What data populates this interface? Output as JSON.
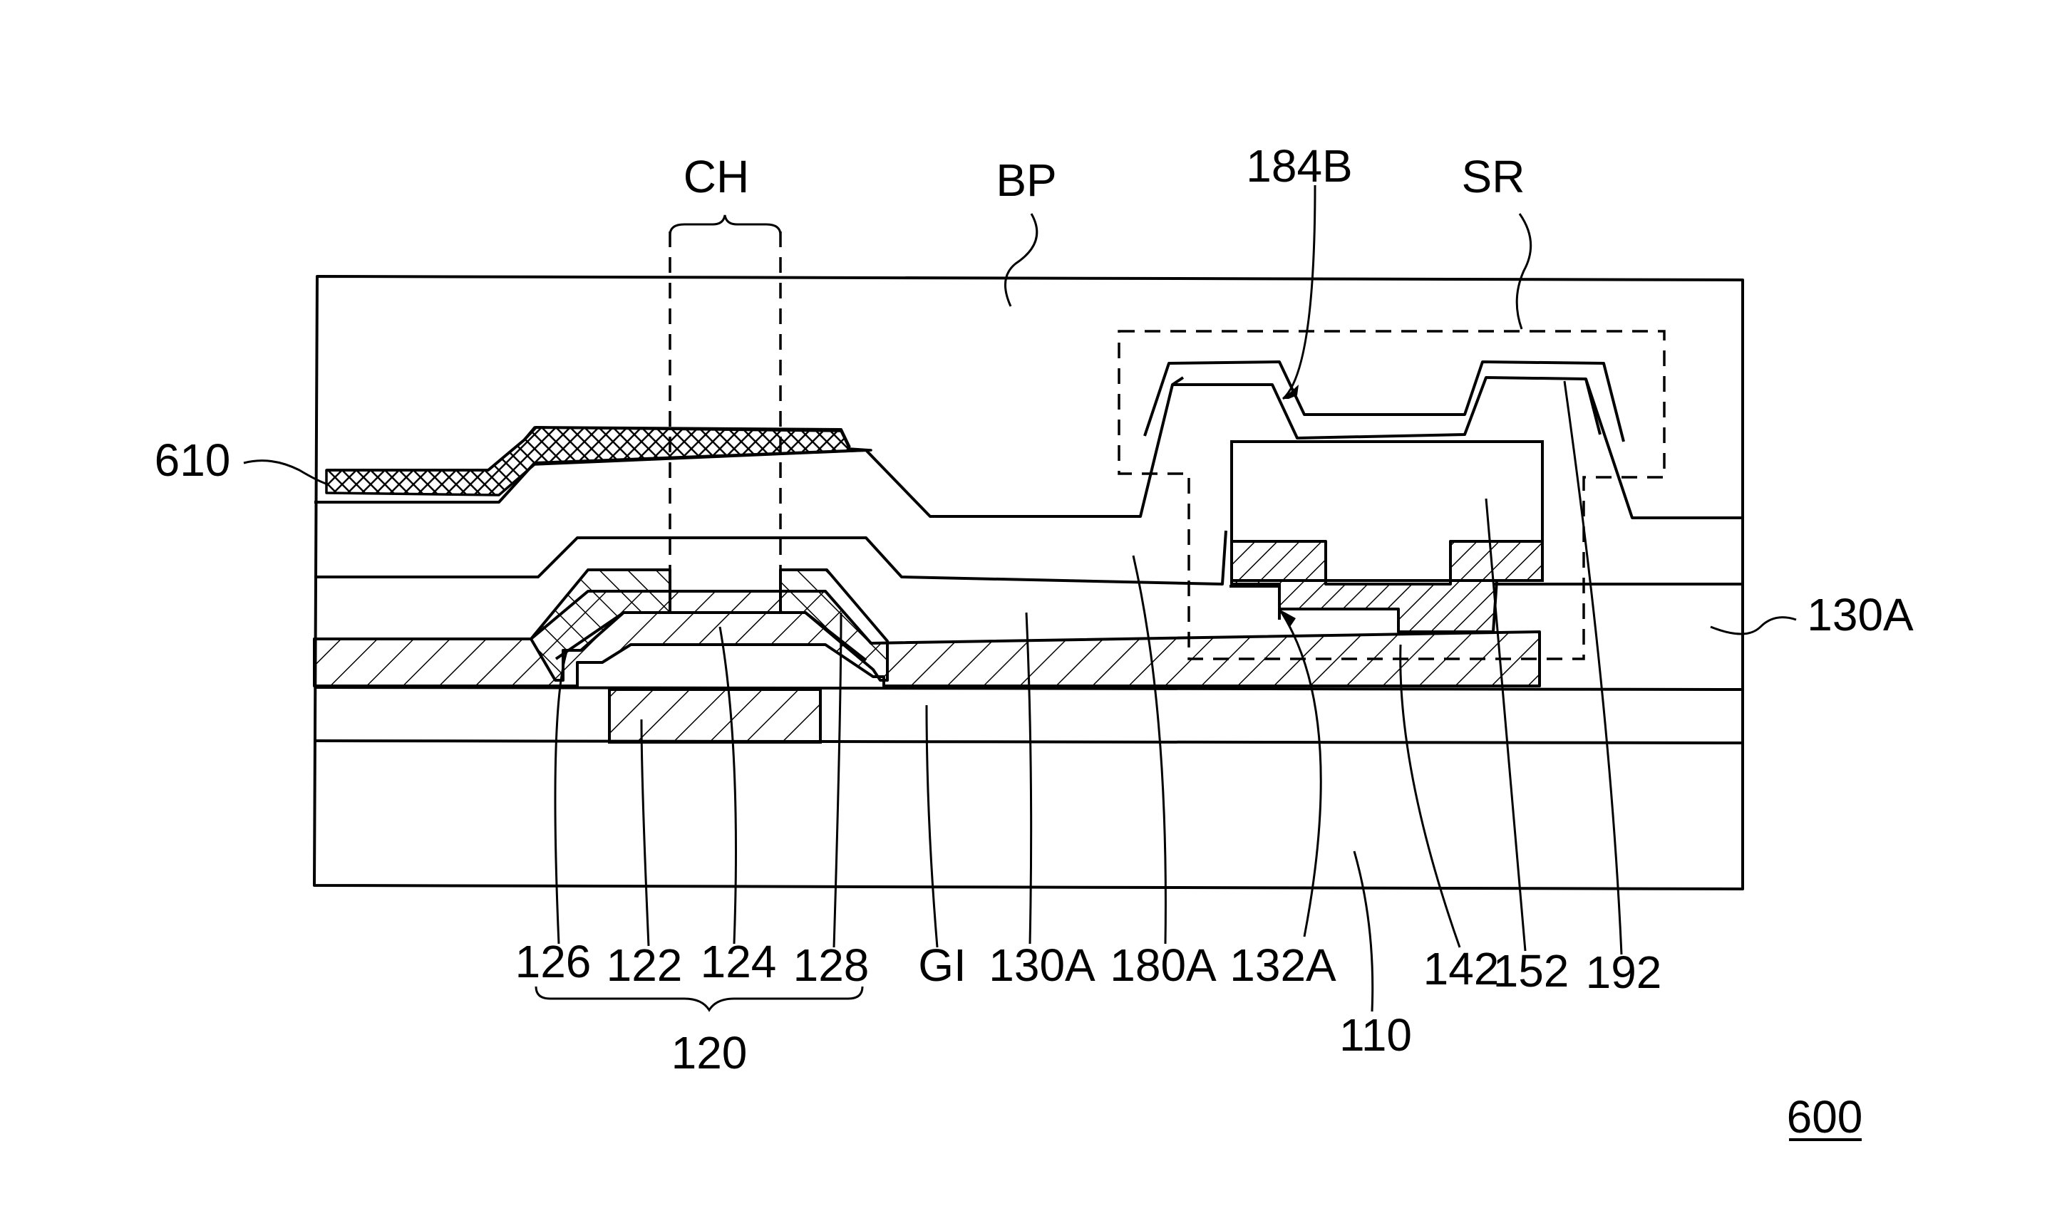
{
  "figure_number": "600",
  "labels": {
    "ch": "CH",
    "bp": "BP",
    "l184b": "184B",
    "sr": "SR",
    "l610": "610",
    "l130a_right": "130A",
    "l126": "126",
    "l122": "122",
    "l124": "124",
    "l128": "128",
    "gi": "GI",
    "l130a": "130A",
    "l180a": "180A",
    "l132a": "132A",
    "l142": "142",
    "l152": "152",
    "l192": "192",
    "l110": "110",
    "l120": "120"
  }
}
